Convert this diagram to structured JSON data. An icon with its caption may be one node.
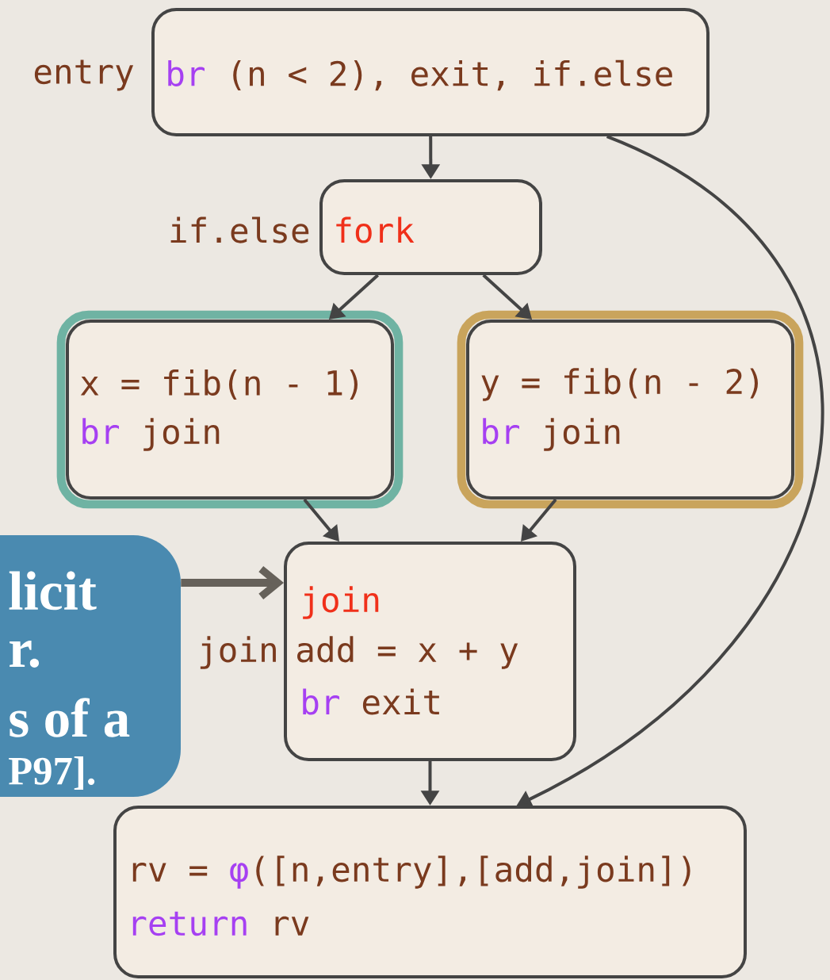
{
  "diagram": {
    "nodes": [
      {
        "text": [
          "entry",
          "br (n < 2), exit, if.else"
        ]
      },
      {
        "text": [
          "if.else",
          "fork"
        ]
      },
      {
        "text": [
          "x = fib(n - 1)",
          "br join"
        ]
      },
      {
        "text": [
          "y = fib(n - 2)",
          "br join"
        ]
      },
      {
        "text": [
          "join",
          "join",
          "add = x + y",
          "br exit"
        ]
      },
      {
        "text": [
          "rv = φ([n,entry],[add,join])",
          "return rv"
        ]
      },
      {
        "text": [
          "licit",
          "r.",
          "s of a",
          "P97]."
        ]
      }
    ],
    "edges": [
      {
        "from": 0,
        "to": 1,
        "arrow": "to"
      },
      {
        "from": 1,
        "to": 2,
        "arrow": "to"
      },
      {
        "from": 1,
        "to": 3,
        "arrow": "to"
      },
      {
        "from": 2,
        "to": 4,
        "arrow": "to"
      },
      {
        "from": 3,
        "to": 4,
        "arrow": "to"
      },
      {
        "from": 4,
        "to": 5,
        "arrow": "to"
      },
      {
        "from": 0,
        "to": 5,
        "arrow": "to"
      },
      {
        "from": 6,
        "to": 4,
        "arrow": "to",
        "style": "thick",
        "color": "#66615a"
      }
    ]
  }
}
